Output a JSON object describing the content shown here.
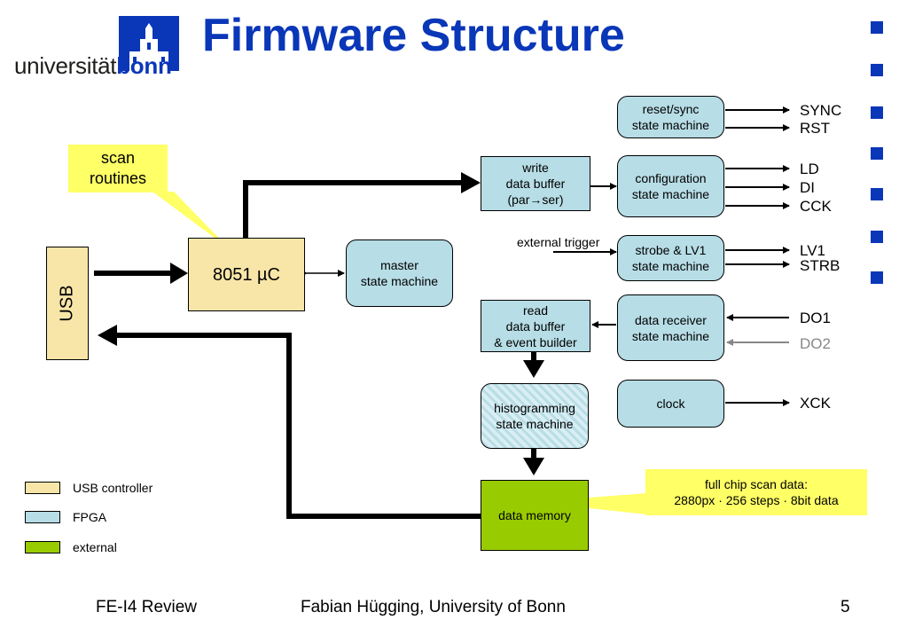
{
  "slide": {
    "title": "Firmware Structure",
    "logo": {
      "text_prefix": "universität",
      "text_suffix": "bonn"
    },
    "page_number": "5"
  },
  "blocks": {
    "usb": "USB",
    "uc": "8051 µC",
    "master": [
      "master",
      "state machine"
    ],
    "write_buffer": [
      "write",
      "data buffer"
    ],
    "write_buffer_conv": {
      "prefix": "(par",
      "arrow": "→",
      "suffix": "ser)"
    },
    "read_buffer": [
      "read",
      "data buffer",
      "& event builder"
    ],
    "histogramming": [
      "histogramming",
      "state machine"
    ],
    "data_memory": "data memory",
    "reset_sync": [
      "reset/sync",
      "state machine"
    ],
    "configuration": [
      "configuration",
      "state machine"
    ],
    "strobe_lv1": [
      "strobe & LV1",
      "state machine"
    ],
    "data_receiver": [
      "data receiver",
      "state machine"
    ],
    "clock": "clock"
  },
  "notes": {
    "scan_routines": [
      "scan",
      "routines"
    ],
    "full_chip": [
      "full chip scan data:",
      "2880px · 256 steps · 8bit data"
    ]
  },
  "labels": {
    "external_trigger": "external trigger"
  },
  "signals": {
    "sync": "SYNC",
    "rst": "RST",
    "ld": "LD",
    "di": "DI",
    "cck": "CCK",
    "lv1": "LV1",
    "strb": "STRB",
    "do1": "DO1",
    "do2": "DO2",
    "xck": "XCK"
  },
  "legend": [
    {
      "label": "USB controller",
      "color": "#f8e6a8"
    },
    {
      "label": "FPGA",
      "color": "#b7dde6"
    },
    {
      "label": "external",
      "color": "#99cc00"
    }
  ],
  "footer": {
    "left": "FE-I4 Review",
    "center": "Fabian Hügging, University of Bonn"
  },
  "colors": {
    "title_blue": "#0a36b8",
    "fpga": "#b7dde6",
    "usb_controller": "#f8e6a8",
    "external": "#99cc00",
    "note_yellow": "#ffff66",
    "inactive_signal": "#888888"
  }
}
